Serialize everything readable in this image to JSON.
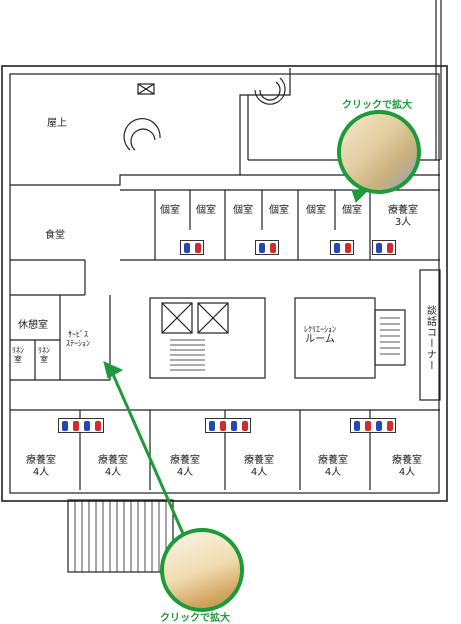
{
  "labels": {
    "rooftop": "屋上",
    "dining": "食堂",
    "private_room": "個室",
    "ward_3": [
      "療養室",
      "3人"
    ],
    "ward_4": [
      "療養室",
      "4人"
    ],
    "lounge": "休憩室",
    "linen": [
      "ﾘﾈﾝ",
      "室"
    ],
    "service_station": [
      "ｻｰﾋﾞｽ",
      "ｽﾃｰｼｮﾝ"
    ],
    "recreation": [
      "ﾚｸﾘｴｰｼｮﾝ",
      "ルーム"
    ],
    "talk_corner": "談話コーナー"
  },
  "callouts": {
    "top_click": "クリックで拡大",
    "bottom_click": "クリックで拡大"
  },
  "colors": {
    "accent": "#1d9a3a",
    "male_icon": "#2447b8",
    "female_icon": "#d12b2b"
  }
}
